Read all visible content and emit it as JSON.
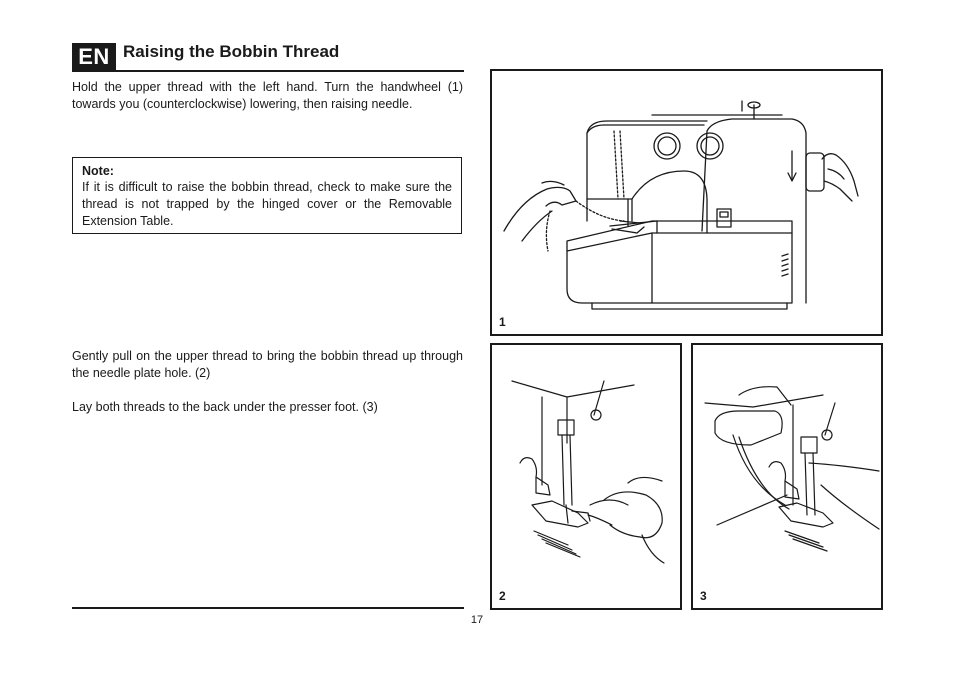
{
  "header": {
    "lang": "EN",
    "title": "Raising the Bobbin Thread"
  },
  "body": {
    "intro": "Hold the upper thread with the left hand. Turn the handwheel (1) towards you (counterclockwise) lowering, then raising needle.",
    "note_title": "Note:",
    "note_text": "If it is difficult to raise the bobbin thread, check to make sure the thread is not trapped by the hinged cover or the Removable Extension Table.",
    "step2": "Gently pull on the upper thread to bring the bobbin thread up through the needle plate hole. (2)",
    "step3": "Lay both threads to the back under the presser foot. (3)"
  },
  "figures": [
    {
      "label": "1"
    },
    {
      "label": "2"
    },
    {
      "label": "3"
    }
  ],
  "footer": {
    "page_number": "17"
  }
}
